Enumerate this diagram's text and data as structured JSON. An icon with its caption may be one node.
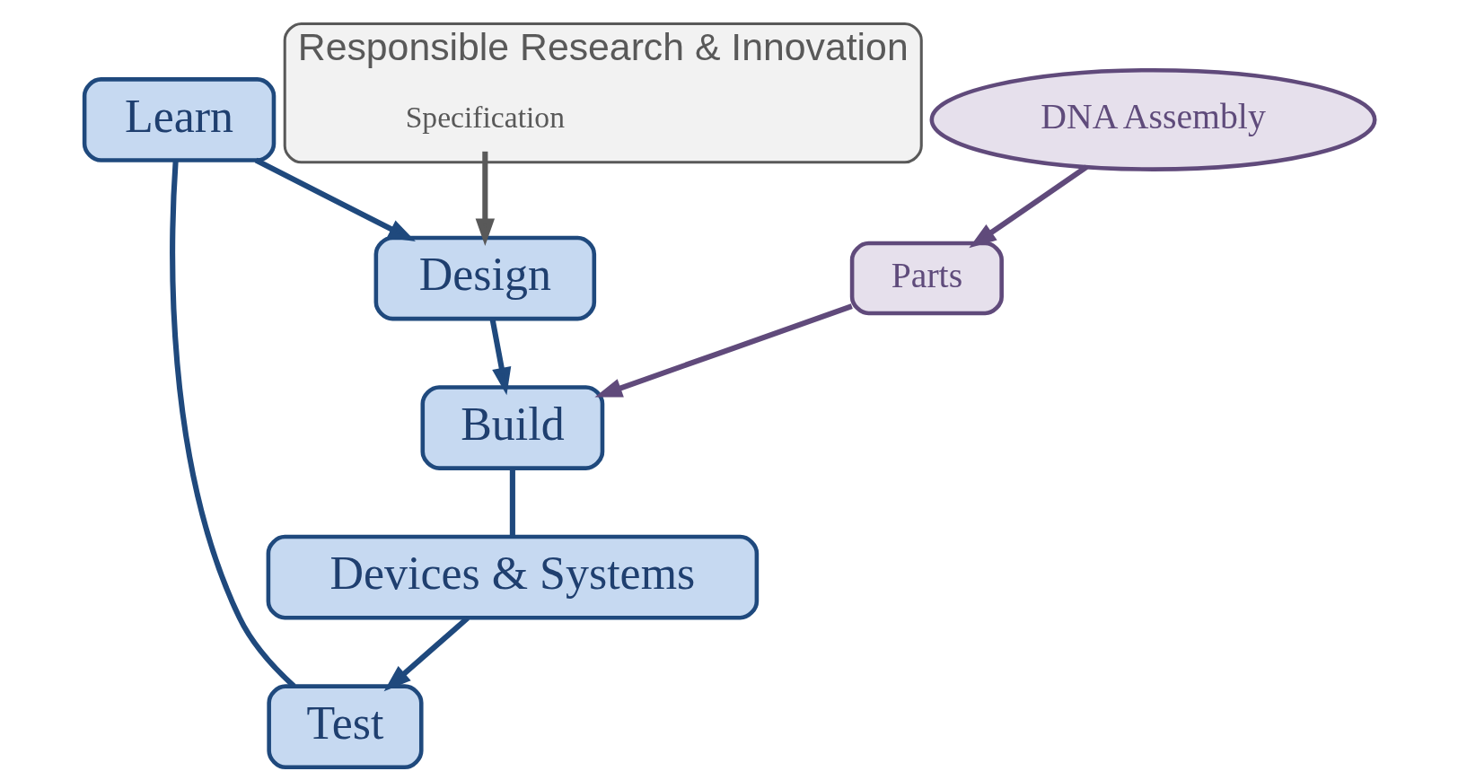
{
  "diagram": {
    "nodes": [
      {
        "text": [
          "Learn"
        ]
      },
      {
        "text": [
          "Design"
        ]
      },
      {
        "text": [
          "Test"
        ]
      },
      {
        "text": [
          "Build"
        ]
      },
      {
        "text": [
          "Devices & Systems"
        ]
      },
      {
        "text": [
          "Parts"
        ]
      },
      {
        "text": [
          "DNA Assembly"
        ]
      },
      {
        "text": [
          "Responsible Research & Innovation"
        ]
      },
      {
        "text": [
          "Specification"
        ],
        "in": 7
      }
    ],
    "edges": [
      {
        "from": 0,
        "to": 1,
        "arrow": "to"
      },
      {
        "from": 1,
        "to": 3,
        "arrow": "to"
      },
      {
        "from": 3,
        "to": 4,
        "arrow": "none"
      },
      {
        "from": 4,
        "to": 2,
        "arrow": "to"
      },
      {
        "from": 2,
        "to": 0,
        "arrow": "none"
      },
      {
        "from": 5,
        "to": 3,
        "arrow": "to",
        "color": "#604a7b"
      },
      {
        "from": 6,
        "to": 5,
        "arrow": "to",
        "color": "#604a7b"
      },
      {
        "from": 8,
        "to": 1,
        "arrow": "to",
        "color": "#595959"
      }
    ]
  }
}
